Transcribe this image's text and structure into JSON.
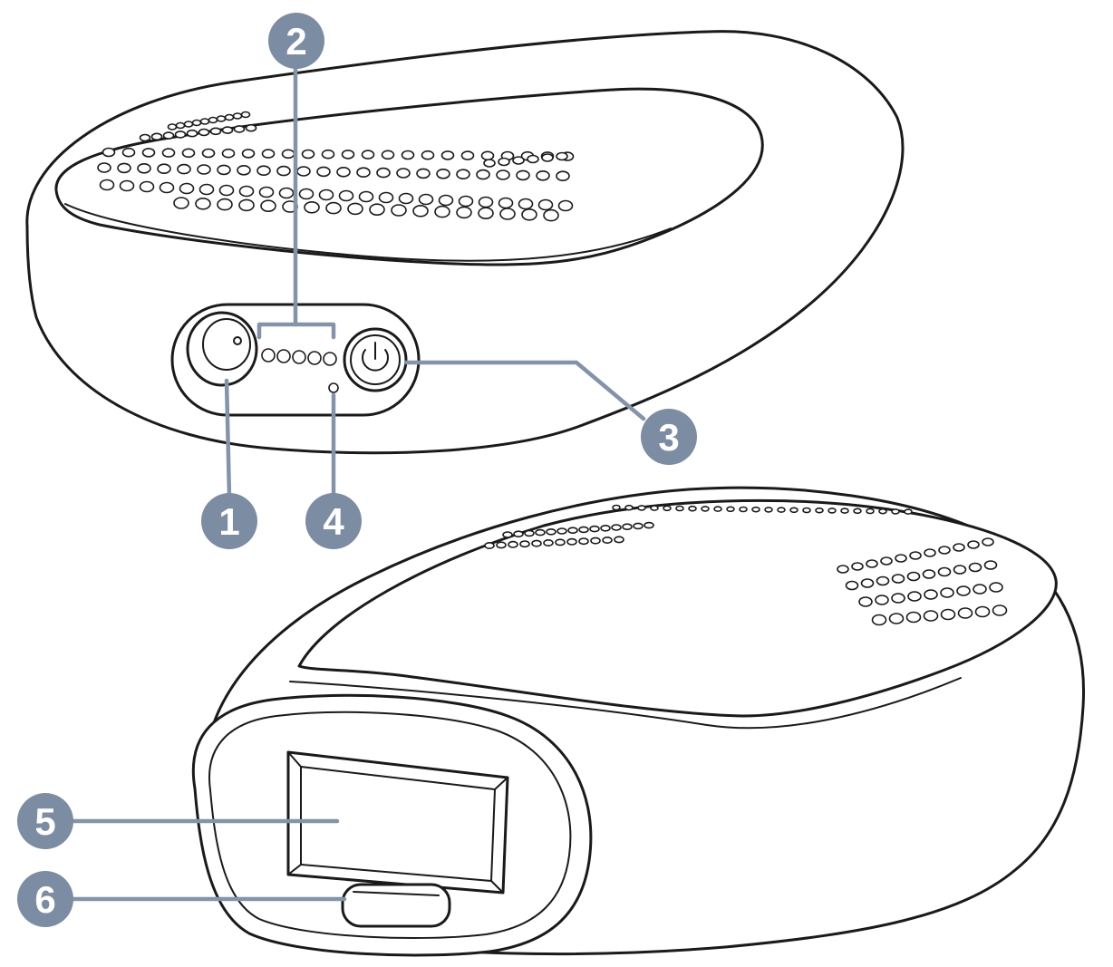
{
  "callouts": [
    {
      "id": "1",
      "label": "1"
    },
    {
      "id": "2",
      "label": "2"
    },
    {
      "id": "3",
      "label": "3"
    },
    {
      "id": "4",
      "label": "4"
    },
    {
      "id": "5",
      "label": "5"
    },
    {
      "id": "6",
      "label": "6"
    }
  ],
  "colors": {
    "callout_fill": "#7c8ca3",
    "leader_line": "#8593a8",
    "outline": "#1a1a1a"
  },
  "icons": {
    "power_button": "power-icon",
    "charger_port": "charger-socket-icon"
  }
}
